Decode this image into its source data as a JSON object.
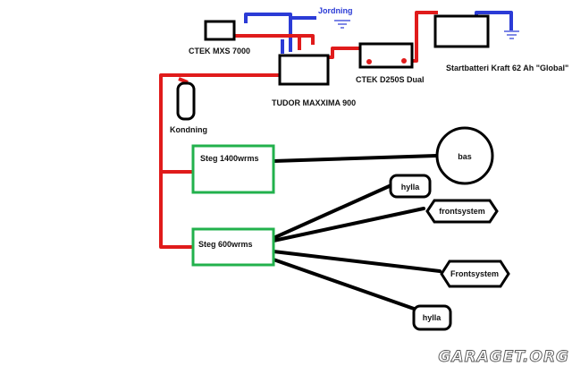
{
  "labels": {
    "ctek_mxs": "CTEK MXS 7000",
    "jordning": "Jordning",
    "ctek_dual": "CTEK D250S Dual",
    "startbatteri": "Startbatteri Kraft  62 Ah  \"Global\"",
    "tudor": "TUDOR MAXXIMA 900",
    "kondning": "Kondning",
    "steg1": "Steg 1400wrms",
    "steg2": "Steg 600wrms",
    "bas": "bas",
    "hylla_top": "hylla",
    "frontsystem_small": "frontsystem",
    "frontsystem_big": "Frontsystem",
    "hylla_bottom": "hylla"
  },
  "watermark": "GARAGET.ORG",
  "colors": {
    "positive_wire": "#e01b1b",
    "ground_wire": "#2b3bd6",
    "amp_border": "#22b14c",
    "outline": "#000000"
  }
}
